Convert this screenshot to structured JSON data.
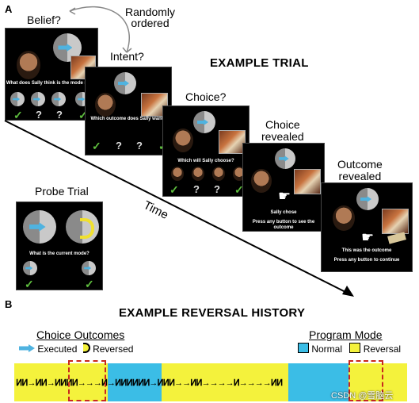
{
  "panel_a": {
    "letter": "A",
    "belief_label": "Belief?",
    "randomly_ordered": "Randomly\nordered",
    "intent_label": "Intent?",
    "choice_label": "Choice?",
    "choice_revealed_label": "Choice\nrevealed",
    "outcome_revealed_label": "Outcome\nrevealed",
    "example_trial": "EXAMPLE TRIAL",
    "probe_trial": "Probe Trial",
    "time_label": "Time",
    "screens": {
      "belief_text": "What does Sally think is the mode now?",
      "intent_text": "Which outcome does Sally want?",
      "choice_text": "Which will Sally choose?",
      "choice_revealed_text1": "Sally chose",
      "choice_revealed_text2": "Press any button to see the outcome",
      "outcome_text1": "This was the outcome",
      "outcome_text2": "Press any button to continue",
      "probe_text": "What is the current mode?",
      "check": "✓",
      "question": "?"
    }
  },
  "panel_b": {
    "letter": "B",
    "title": "EXAMPLE REVERSAL HISTORY",
    "choice_outcomes": "Choice Outcomes",
    "executed": "Executed",
    "reversed": "Reversed",
    "program_mode": "Program Mode",
    "normal": "Normal",
    "reversal": "Reversal",
    "colors": {
      "normal": "#3bbde6",
      "reversal": "#f4f23c",
      "highlight": "#c8281e",
      "arrow": "#4fb3e0"
    }
  },
  "watermark": "CSDN @雪脑云"
}
